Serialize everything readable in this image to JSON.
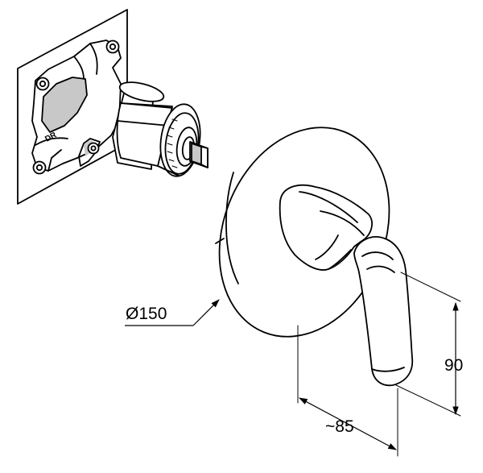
{
  "figure": {
    "dimensions": {
      "diameter": "Ø150",
      "height": "90",
      "depth": "~85"
    },
    "logo_text": "DR"
  }
}
